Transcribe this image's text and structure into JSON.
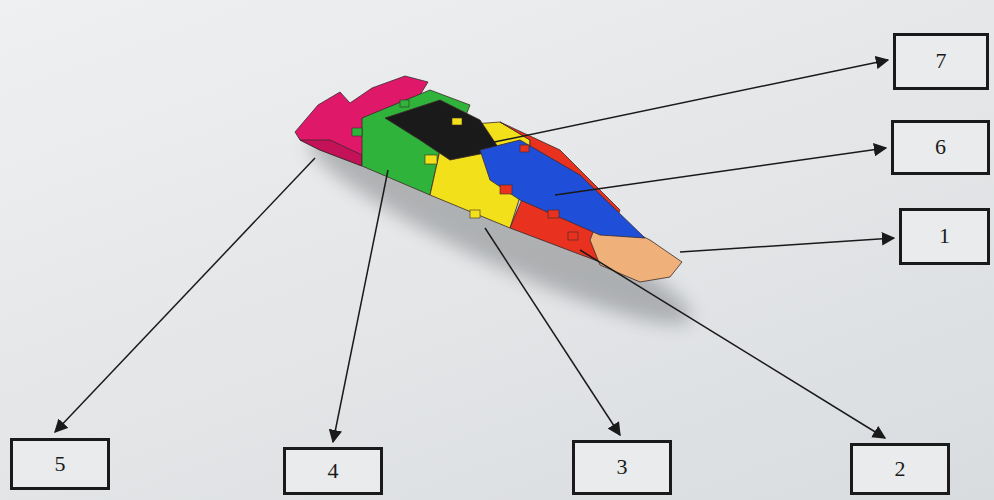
{
  "diagram": {
    "nodes": [
      {
        "text": [
          "7"
        ]
      },
      {
        "text": [
          "6"
        ]
      },
      {
        "text": [
          "1"
        ]
      },
      {
        "text": [
          "5"
        ]
      },
      {
        "text": [
          "4"
        ]
      },
      {
        "text": [
          "3"
        ]
      },
      {
        "text": [
          "2"
        ]
      }
    ]
  }
}
